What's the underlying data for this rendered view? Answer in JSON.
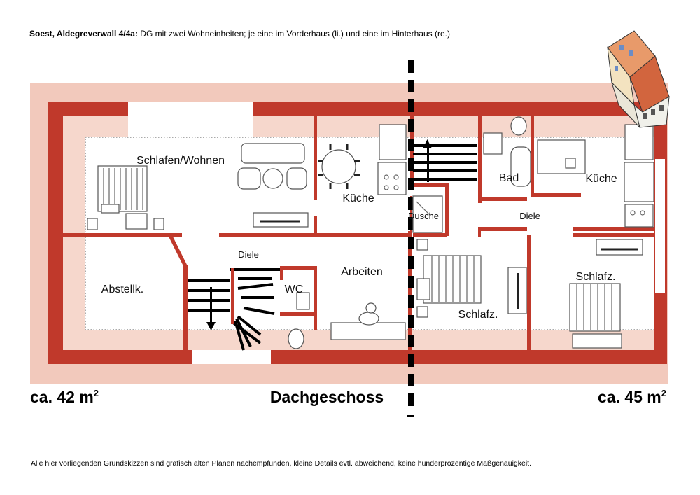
{
  "header": {
    "bold": "Soest, Aldegreverwall 4/4a:",
    "text": " DG mit zwei Wohneinheiten; je eine im Vorderhaus (li.) und eine im Hinterhaus (re.)"
  },
  "rooms": {
    "schlafen_wohnen": "Schlafen/Wohnen",
    "kueche_left": "Küche",
    "kueche_right": "Küche",
    "bad": "Bad",
    "dusche": "Dusche",
    "diele_left": "Diele",
    "diele_right": "Diele",
    "abstellk": "Abstellk.",
    "wc": "WC",
    "arbeiten": "Arbeiten",
    "schlafz_mid": "Schlafz.",
    "schlafz_right": "Schlafz."
  },
  "area_left": {
    "value": "ca. 42 m",
    "sup": "2"
  },
  "area_right": {
    "value": "ca. 45 m",
    "sup": "2"
  },
  "floor_title": "Dachgeschoss",
  "colors": {
    "wall": "#c0392b",
    "floor": "#f4cfc3",
    "slope": "#f6d9cf",
    "room": "#ffffff"
  },
  "footer": "Alle hier vorliegenden Grundskizzen sind grafisch alten Plänen nachempfunden, kleine Details evtl. abweichend, keine hunderprozentige Maßgenauigkeit."
}
